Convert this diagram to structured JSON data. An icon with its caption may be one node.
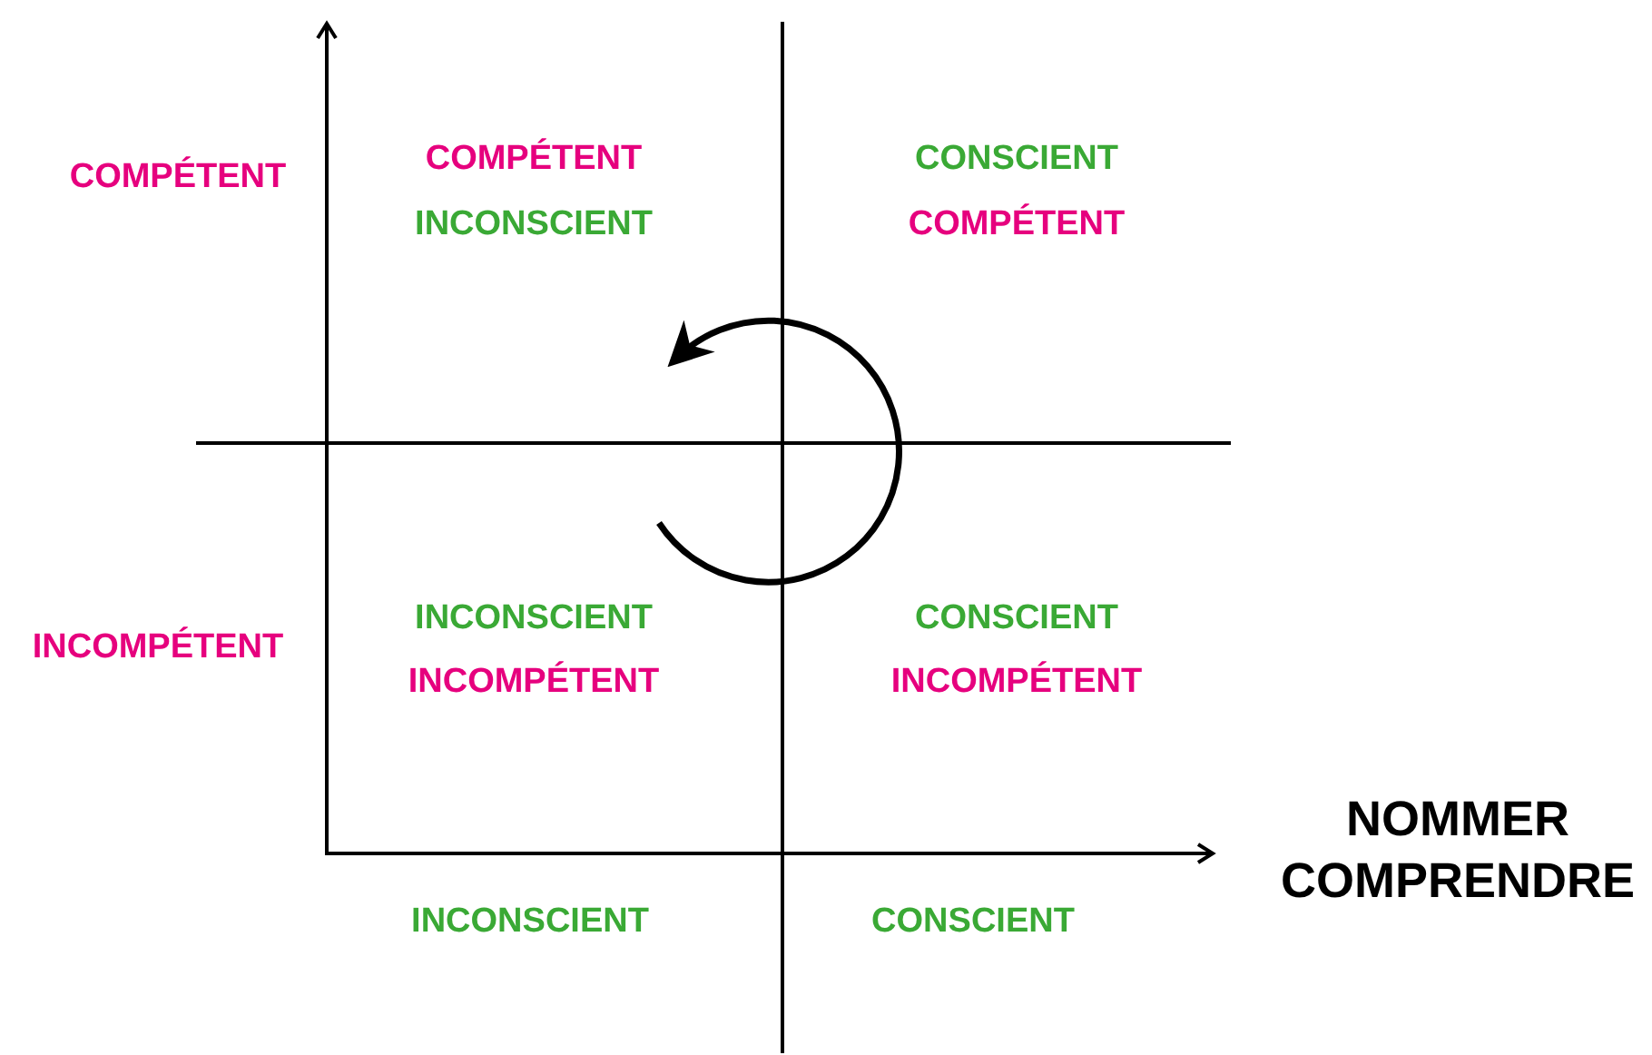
{
  "diagram": {
    "labels": [
      "COMPÉTENT",
      "COMPÉTENT",
      "INCONSCIENT",
      "CONSCIENT",
      "COMPÉTENT",
      "INCOMPÉTENT",
      "INCONSCIENT",
      "INCOMPÉTENT",
      "CONSCIENT",
      "INCOMPÉTENT",
      "NOMMER COMPRENDRE",
      "INCONSCIENT",
      "CONSCIENT"
    ]
  }
}
